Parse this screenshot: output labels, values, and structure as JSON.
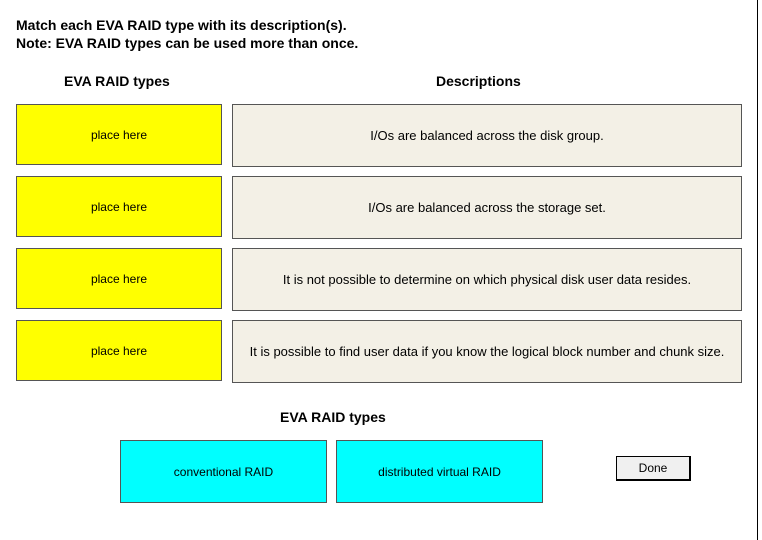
{
  "instructions": {
    "line1": "Match each EVA RAID type with its description(s).",
    "line2": "Note: EVA RAID types can be used more than once."
  },
  "headers": {
    "types": "EVA RAID types",
    "descriptions": "Descriptions",
    "source": "EVA RAID types"
  },
  "drop_targets": [
    {
      "label": "place here"
    },
    {
      "label": "place here"
    },
    {
      "label": "place here"
    },
    {
      "label": "place here"
    }
  ],
  "descriptions": [
    {
      "text": "I/Os are balanced across the disk group."
    },
    {
      "text": "I/Os are balanced across the storage set."
    },
    {
      "text": "It is not possible to determine on which physical disk user data resides."
    },
    {
      "text": "It is possible to find user data if you know the logical block number and chunk size."
    }
  ],
  "source_items": [
    {
      "label": "conventional RAID"
    },
    {
      "label": "distributed virtual RAID"
    }
  ],
  "buttons": {
    "done": "Done"
  },
  "colors": {
    "drop_target": "#ffff00",
    "description": "#f3f0e6",
    "source_item": "#00ffff"
  }
}
